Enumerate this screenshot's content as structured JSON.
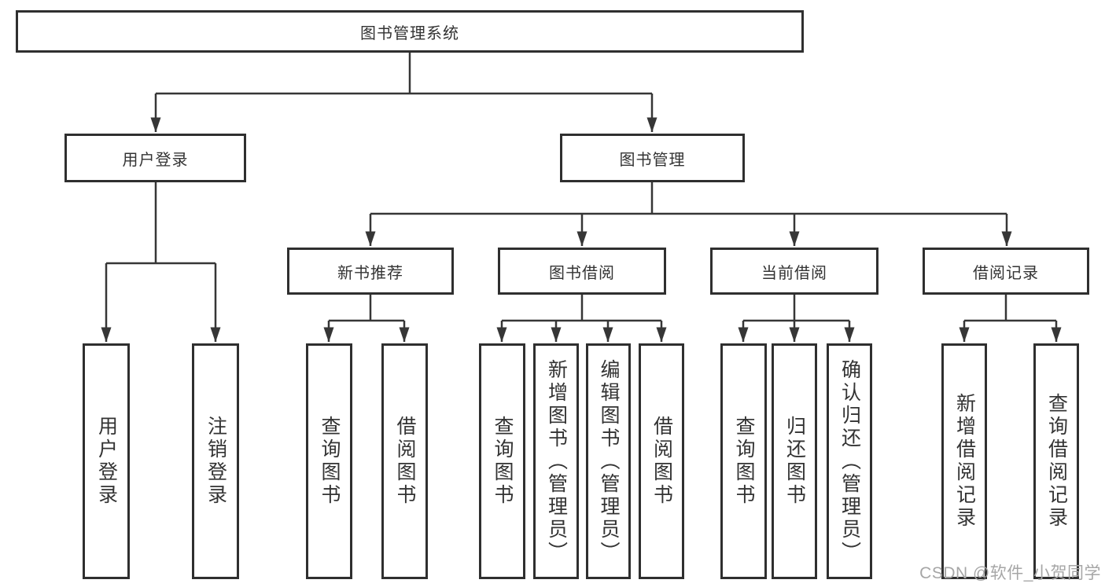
{
  "diagram": {
    "root": {
      "label": "图书管理系统",
      "children": [
        {
          "label": "用户登录",
          "children": [
            {
              "label": "用户登录"
            },
            {
              "label": "注销登录"
            }
          ]
        },
        {
          "label": "图书管理",
          "children": [
            {
              "label": "新书推荐",
              "children": [
                {
                  "label": "查询图书"
                },
                {
                  "label": "借阅图书"
                }
              ]
            },
            {
              "label": "图书借阅",
              "children": [
                {
                  "label": "查询图书"
                },
                {
                  "label": "新增图书（管理员）"
                },
                {
                  "label": "编辑图书（管理员）"
                },
                {
                  "label": "借阅图书"
                }
              ]
            },
            {
              "label": "当前借阅",
              "children": [
                {
                  "label": "查询图书"
                },
                {
                  "label": "归还图书"
                },
                {
                  "label": "确认归还（管理员）"
                }
              ]
            },
            {
              "label": "借阅记录",
              "children": [
                {
                  "label": "新增借阅记录"
                },
                {
                  "label": "查询借阅记录"
                }
              ]
            }
          ]
        }
      ]
    }
  },
  "watermark": "CSDN @软件_小贺同学",
  "colors": {
    "line": "#363636",
    "box_border": "#2f2f2f",
    "text": "#333333",
    "watermark": "#a6a6a6",
    "background": "#ffffff"
  }
}
